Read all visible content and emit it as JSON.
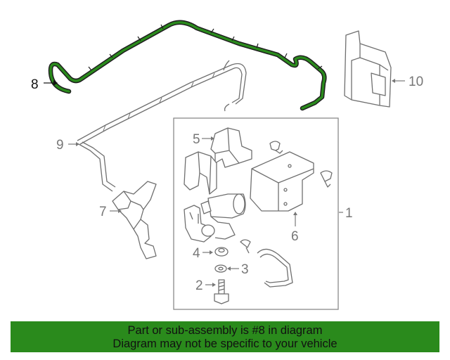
{
  "diagram": {
    "highlight_color": "#2a8a1c",
    "callouts": [
      {
        "id": "1",
        "label": "1"
      },
      {
        "id": "2",
        "label": "2"
      },
      {
        "id": "3",
        "label": "3"
      },
      {
        "id": "4",
        "label": "4"
      },
      {
        "id": "5",
        "label": "5"
      },
      {
        "id": "6",
        "label": "6"
      },
      {
        "id": "7",
        "label": "7"
      },
      {
        "id": "8",
        "label": "8",
        "highlighted": true
      },
      {
        "id": "9",
        "label": "9"
      },
      {
        "id": "10",
        "label": "10"
      }
    ]
  },
  "banner": {
    "line1": "Part or sub-assembly is #8 in diagram",
    "line2": "Diagram may not be specific to your vehicle",
    "color": "#2a8a1c"
  }
}
